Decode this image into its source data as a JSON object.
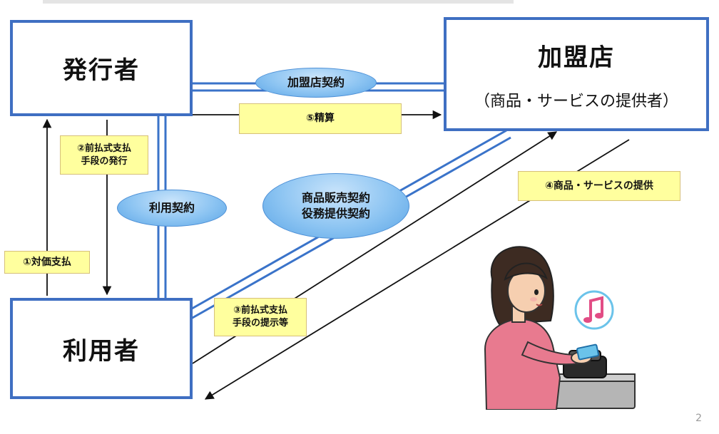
{
  "entities": {
    "issuer": "発行者",
    "merchant_name": "加盟店",
    "merchant_note": "（商品・サービスの提供者）",
    "user": "利用者"
  },
  "contracts": {
    "merchant_contract": "加盟店契約",
    "usage_contract": "利用契約",
    "sales_line1": "商品販売契約",
    "sales_line2": "役務提供契約"
  },
  "flows": {
    "step1": "①対価支払",
    "step2_line1": "②前払式支払",
    "step2_line2": "手段の発行",
    "step3_line1": "③前払式支払",
    "step3_line2": "手段の提示等",
    "step4": "④商品・サービスの提供",
    "step5": "⑤精算"
  },
  "colors": {
    "box_border": "#3f6fc2",
    "contract_line": "#3a73c9",
    "label_fill": "#ffff9e",
    "oval_fill": "#8cc4f2"
  },
  "illustration": "woman-paying-with-card-at-reader",
  "page_number": "2"
}
